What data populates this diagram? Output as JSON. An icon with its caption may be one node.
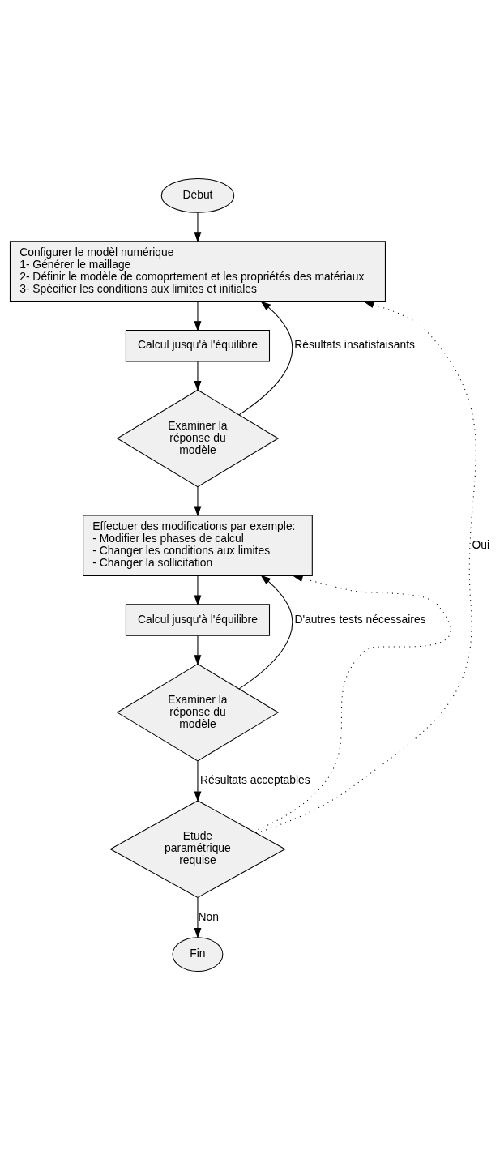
{
  "diagram": {
    "nodes": [
      {
        "text": [
          "Début"
        ]
      },
      {
        "text": [
          "Configurer le modèl numérique",
          "1- Générer le maillage",
          "2- Définir le modèle de comoprtement et les propriétés des matériaux",
          "3- Spécifier les conditions aux limites et initiales"
        ]
      },
      {
        "text": [
          "Calcul jusqu'à l'équilibre"
        ]
      },
      {
        "text": [
          "Examiner la réponse du modèle"
        ]
      },
      {
        "text": [
          "Effectuer des modifications par exemple:",
          "- Modifier les phases de calcul",
          "- Changer les conditions aux limites",
          "- Changer la sollicitation"
        ]
      },
      {
        "text": [
          "Calcul jusqu'à l'équilibre"
        ]
      },
      {
        "text": [
          "Examiner la réponse du modèle"
        ]
      },
      {
        "text": [
          "Etude paramétrique requise"
        ]
      },
      {
        "text": [
          "Fin"
        ]
      }
    ],
    "edges": [
      {
        "from": 0,
        "to": 1,
        "arrow": "to"
      },
      {
        "from": 1,
        "to": 2,
        "arrow": "to"
      },
      {
        "from": 2,
        "to": 3,
        "arrow": "to"
      },
      {
        "from": 3,
        "to": 4,
        "arrow": "to"
      },
      {
        "from": 3,
        "to": 1,
        "arrow": "to",
        "label": "Résultats insatisfaisants"
      },
      {
        "from": 4,
        "to": 5,
        "arrow": "to"
      },
      {
        "from": 5,
        "to": 6,
        "arrow": "to"
      },
      {
        "from": 6,
        "to": 4,
        "arrow": "to",
        "label": "D'autres tests nécessaires"
      },
      {
        "from": 6,
        "to": 7,
        "arrow": "to",
        "label": "Résultats acceptables"
      },
      {
        "from": 7,
        "to": 1,
        "arrow": "to",
        "label": "Oui",
        "style": "dashed"
      },
      {
        "from": 7,
        "to": 4,
        "arrow": "to",
        "style": "dashed"
      },
      {
        "from": 7,
        "to": 8,
        "arrow": "to",
        "label": "Non"
      }
    ]
  }
}
